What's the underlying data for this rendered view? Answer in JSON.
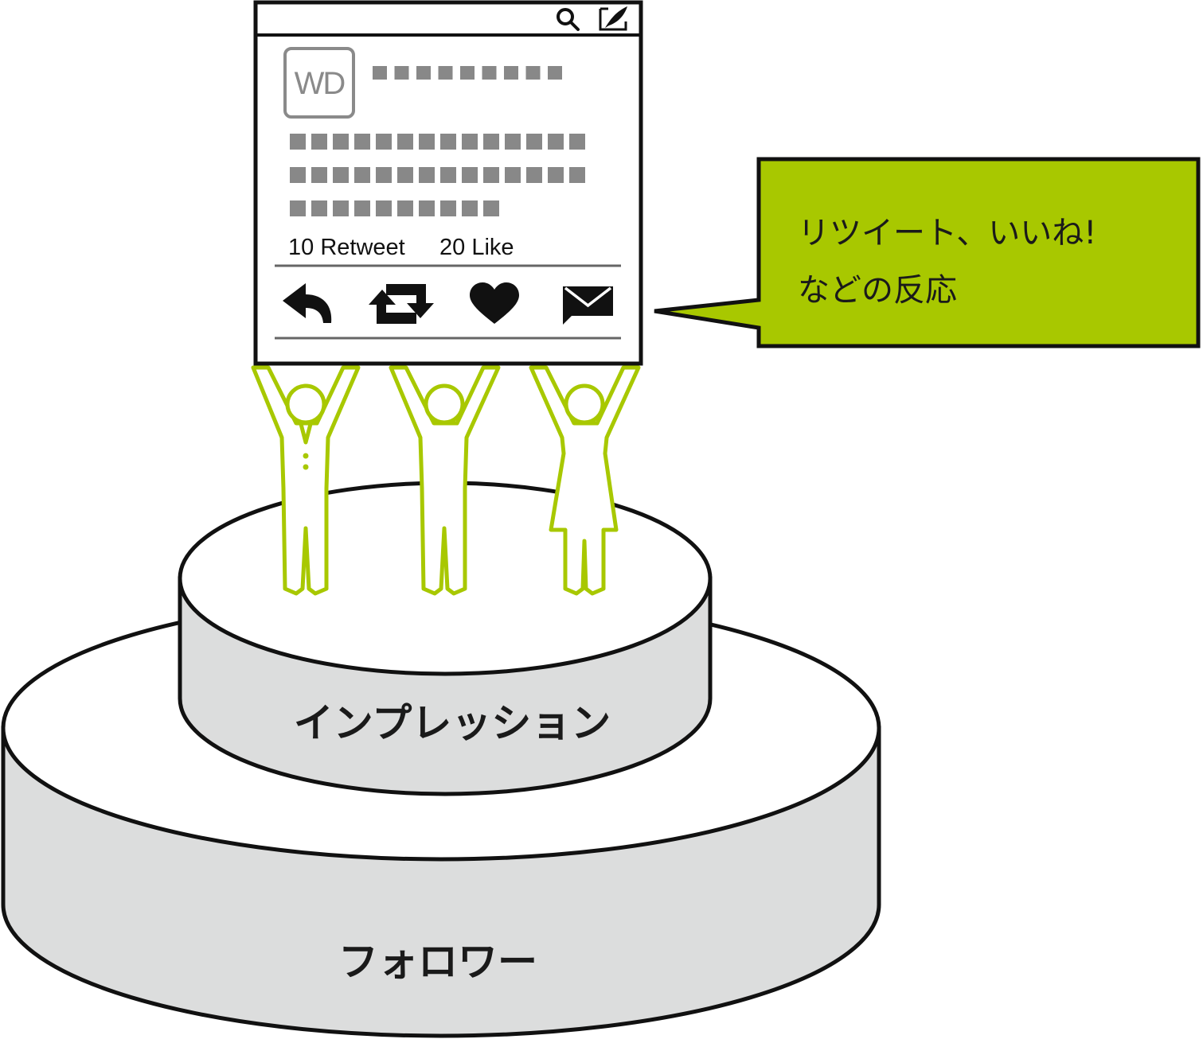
{
  "tiers": {
    "outer_label": "フォロワー",
    "inner_label": "インプレッション"
  },
  "tweet_card": {
    "header_icons": [
      "search-icon",
      "compose-icon"
    ],
    "avatar_text": "WD",
    "name_placeholder_blocks": 9,
    "body_placeholder_rows": [
      14,
      14,
      10
    ],
    "retweet_count": "10 Retweet",
    "like_count": "20 Like",
    "action_icons": [
      "reply-icon",
      "retweet-icon",
      "like-icon",
      "message-icon"
    ]
  },
  "people": [
    {
      "type": "man-with-tie"
    },
    {
      "type": "man"
    },
    {
      "type": "woman"
    }
  ],
  "callout": {
    "line1": "リツイート、いいね!",
    "line2": "などの反応"
  },
  "colors": {
    "accent": "#a8c800",
    "tier_fill": "#dcdddd",
    "placeholder": "#888888",
    "outline": "#111111"
  }
}
